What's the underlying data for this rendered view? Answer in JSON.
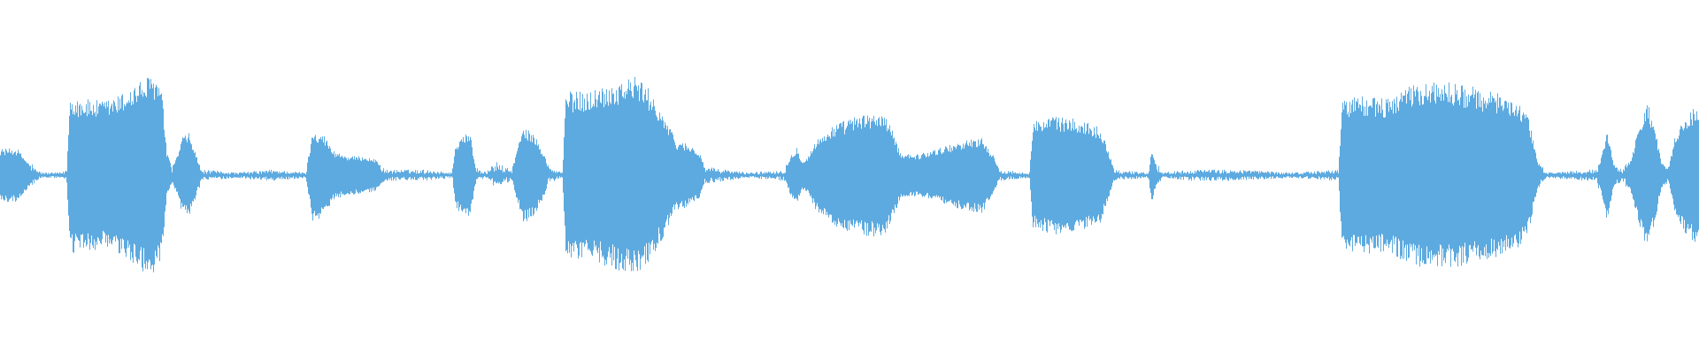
{
  "waveform": {
    "color": "#5DAAE0",
    "background": "#FFFFFF",
    "normalized_peak_profile": [
      [
        0.0,
        0.14
      ],
      [
        0.01,
        0.14
      ],
      [
        0.016,
        0.07
      ],
      [
        0.021,
        0.02
      ],
      [
        0.025,
        0.01
      ],
      [
        0.036,
        0.01
      ],
      [
        0.039,
        0.02
      ],
      [
        0.041,
        0.42
      ],
      [
        0.05,
        0.4
      ],
      [
        0.06,
        0.39
      ],
      [
        0.07,
        0.42
      ],
      [
        0.078,
        0.47
      ],
      [
        0.085,
        0.51
      ],
      [
        0.091,
        0.53
      ],
      [
        0.095,
        0.45
      ],
      [
        0.098,
        0.12
      ],
      [
        0.101,
        0.04
      ],
      [
        0.104,
        0.1
      ],
      [
        0.107,
        0.2
      ],
      [
        0.111,
        0.22
      ],
      [
        0.115,
        0.12
      ],
      [
        0.118,
        0.02
      ],
      [
        0.14,
        0.01
      ],
      [
        0.16,
        0.02
      ],
      [
        0.18,
        0.01
      ],
      [
        0.181,
        0.08
      ],
      [
        0.184,
        0.24
      ],
      [
        0.19,
        0.22
      ],
      [
        0.196,
        0.13
      ],
      [
        0.205,
        0.1
      ],
      [
        0.214,
        0.1
      ],
      [
        0.222,
        0.08
      ],
      [
        0.226,
        0.02
      ],
      [
        0.25,
        0.02
      ],
      [
        0.266,
        0.01
      ],
      [
        0.268,
        0.16
      ],
      [
        0.272,
        0.22
      ],
      [
        0.277,
        0.21
      ],
      [
        0.28,
        0.03
      ],
      [
        0.286,
        0.01
      ],
      [
        0.292,
        0.05
      ],
      [
        0.297,
        0.03
      ],
      [
        0.301,
        0.02
      ],
      [
        0.304,
        0.13
      ],
      [
        0.308,
        0.25
      ],
      [
        0.314,
        0.22
      ],
      [
        0.32,
        0.12
      ],
      [
        0.323,
        0.03
      ],
      [
        0.331,
        0.01
      ],
      [
        0.333,
        0.44
      ],
      [
        0.345,
        0.44
      ],
      [
        0.355,
        0.47
      ],
      [
        0.365,
        0.5
      ],
      [
        0.375,
        0.52
      ],
      [
        0.383,
        0.44
      ],
      [
        0.39,
        0.33
      ],
      [
        0.398,
        0.18
      ],
      [
        0.404,
        0.17
      ],
      [
        0.412,
        0.12
      ],
      [
        0.415,
        0.03
      ],
      [
        0.44,
        0.01
      ],
      [
        0.462,
        0.02
      ],
      [
        0.465,
        0.1
      ],
      [
        0.469,
        0.15
      ],
      [
        0.472,
        0.08
      ],
      [
        0.475,
        0.09
      ],
      [
        0.48,
        0.18
      ],
      [
        0.49,
        0.26
      ],
      [
        0.5,
        0.3
      ],
      [
        0.51,
        0.32
      ],
      [
        0.52,
        0.33
      ],
      [
        0.526,
        0.22
      ],
      [
        0.53,
        0.12
      ],
      [
        0.54,
        0.11
      ],
      [
        0.552,
        0.14
      ],
      [
        0.566,
        0.18
      ],
      [
        0.578,
        0.2
      ],
      [
        0.585,
        0.1
      ],
      [
        0.588,
        0.02
      ],
      [
        0.606,
        0.01
      ],
      [
        0.608,
        0.28
      ],
      [
        0.615,
        0.3
      ],
      [
        0.622,
        0.31
      ],
      [
        0.63,
        0.3
      ],
      [
        0.64,
        0.28
      ],
      [
        0.648,
        0.25
      ],
      [
        0.653,
        0.12
      ],
      [
        0.656,
        0.02
      ],
      [
        0.676,
        0.01
      ],
      [
        0.678,
        0.14
      ],
      [
        0.681,
        0.05
      ],
      [
        0.684,
        0.01
      ],
      [
        0.7,
        0.02
      ],
      [
        0.73,
        0.02
      ],
      [
        0.76,
        0.01
      ],
      [
        0.788,
        0.02
      ],
      [
        0.79,
        0.4
      ],
      [
        0.8,
        0.42
      ],
      [
        0.815,
        0.4
      ],
      [
        0.828,
        0.46
      ],
      [
        0.84,
        0.49
      ],
      [
        0.855,
        0.49
      ],
      [
        0.865,
        0.47
      ],
      [
        0.875,
        0.44
      ],
      [
        0.885,
        0.43
      ],
      [
        0.893,
        0.4
      ],
      [
        0.9,
        0.3
      ],
      [
        0.905,
        0.08
      ],
      [
        0.91,
        0.01
      ],
      [
        0.935,
        0.02
      ],
      [
        0.94,
        0.02
      ],
      [
        0.943,
        0.1
      ],
      [
        0.946,
        0.25
      ],
      [
        0.95,
        0.06
      ],
      [
        0.955,
        0.02
      ],
      [
        0.96,
        0.08
      ],
      [
        0.965,
        0.26
      ],
      [
        0.97,
        0.4
      ],
      [
        0.974,
        0.26
      ],
      [
        0.978,
        0.08
      ],
      [
        0.982,
        0.02
      ],
      [
        0.986,
        0.2
      ],
      [
        0.992,
        0.3
      ],
      [
        0.997,
        0.35
      ],
      [
        1.0,
        0.35
      ]
    ]
  }
}
